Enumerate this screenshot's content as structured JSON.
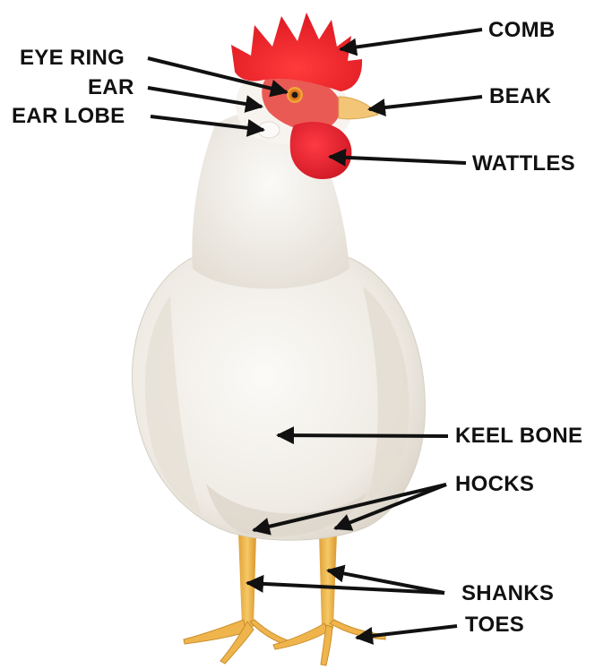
{
  "labels": {
    "comb": "COMB",
    "eye_ring": "EYE RING",
    "ear": "EAR",
    "ear_lobe": "EAR LOBE",
    "beak": "BEAK",
    "wattles": "WATTLES",
    "keel_bone": "KEEL BONE",
    "hocks": "HOCKS",
    "shanks": "SHANKS",
    "toes": "TOES"
  },
  "colors": {
    "background": "#ffffff",
    "label_text": "#111111",
    "arrow": "#111111",
    "comb_red": "#e8202a",
    "wattle_red": "#e01f2b",
    "feather_white": "#f2efe9",
    "feather_shadow": "#d9d3c8",
    "beak_yellow": "#f1c46a",
    "leg_yellow": "#f0b84a",
    "eye_orange": "#e07b1c"
  }
}
